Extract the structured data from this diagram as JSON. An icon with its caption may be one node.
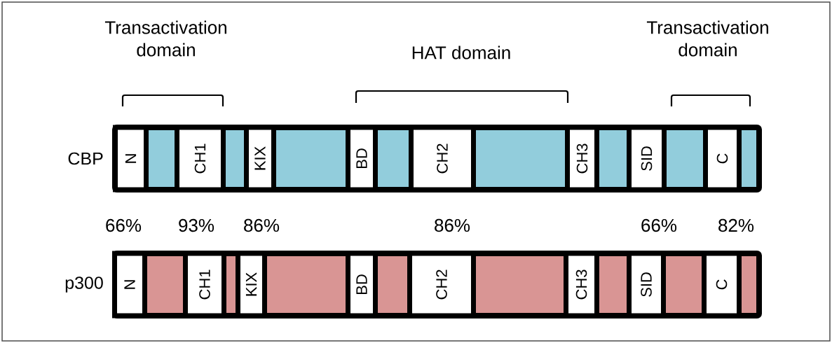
{
  "diagram": {
    "nodes": [
      {
        "text": [
          "CBP"
        ]
      },
      {
        "text": [
          "N"
        ],
        "in": 0
      },
      {
        "text": [
          "CH1"
        ],
        "in": 0
      },
      {
        "text": [
          "KIX"
        ],
        "in": 0
      },
      {
        "text": [
          "BD"
        ],
        "in": 0
      },
      {
        "text": [
          "CH2"
        ],
        "in": 0
      },
      {
        "text": [
          "CH3"
        ],
        "in": 0
      },
      {
        "text": [
          "SID"
        ],
        "in": 0
      },
      {
        "text": [
          "C"
        ],
        "in": 0
      },
      {
        "text": [
          "p300"
        ]
      },
      {
        "text": [
          "N"
        ],
        "in": 9
      },
      {
        "text": [
          "CH1"
        ],
        "in": 9
      },
      {
        "text": [
          "KIX"
        ],
        "in": 9
      },
      {
        "text": [
          "BD"
        ],
        "in": 9
      },
      {
        "text": [
          "CH2"
        ],
        "in": 9
      },
      {
        "text": [
          "CH3"
        ],
        "in": 9
      },
      {
        "text": [
          "SID"
        ],
        "in": 9
      },
      {
        "text": [
          "C"
        ],
        "in": 9
      }
    ],
    "labels": [
      "Transactivation domain",
      "HAT domain",
      "Transactivation domain",
      "66%",
      "93%",
      "86%",
      "86%",
      "66%",
      "82%"
    ]
  }
}
